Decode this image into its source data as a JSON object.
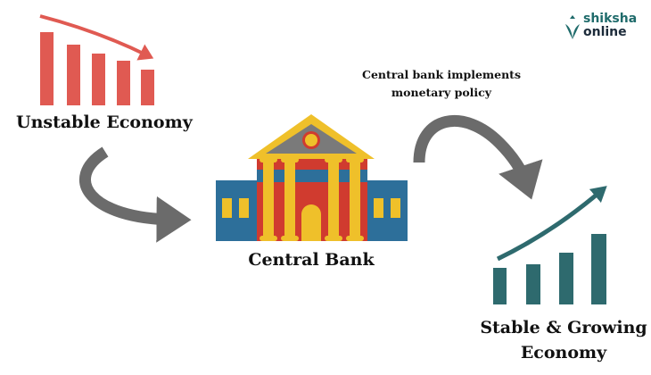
{
  "logo": {
    "line1": "shiksha",
    "line2": "online"
  },
  "labels": {
    "unstable": "Unstable Economy",
    "bank": "Central Bank",
    "policy_line1": "Central bank implements",
    "policy_line2": "monetary policy",
    "stable_line1": "Stable & Growing",
    "stable_line2": "Economy"
  },
  "colors": {
    "decline": "#e05a52",
    "growth": "#2e6a6e",
    "arrow": "#6b6b6b",
    "blue": "#2d6f9a",
    "red": "#d03b2f",
    "yellow": "#efc02a",
    "grey": "#7a7a7a"
  }
}
